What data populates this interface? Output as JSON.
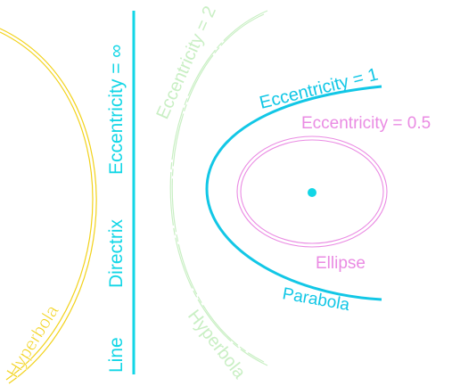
{
  "colors": {
    "background": "#ffffff",
    "hyperbola_inf": "#f2d21a",
    "directrix": "#12d6e6",
    "hyperbola_2": "#c9efc4",
    "parabola": "#12c7e6",
    "ellipse": "#ea8be3",
    "focus": "#12d6e6"
  },
  "labels": {
    "hyperbola_left": "Hyperbola",
    "directrix_line": "Line",
    "directrix_word": "Directrix",
    "eccentricity_inf": "Eccentricity = ∞",
    "eccentricity_2": "Eccentricity = 2",
    "hyperbola_right": "Hyperbola",
    "eccentricity_1": "Eccentricity = 1",
    "parabola": "Parabola",
    "eccentricity_05": "Eccentricity = 0.5",
    "ellipse": "Ellipse"
  }
}
